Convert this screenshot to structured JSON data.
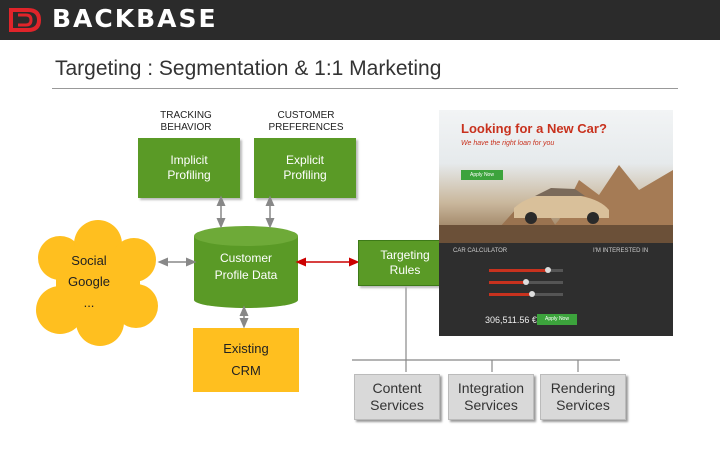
{
  "header": {
    "brand": "BACKBASE"
  },
  "slide": {
    "title": "Targeting : Segmentation & 1:1 Marketing"
  },
  "labels": {
    "tracking": [
      "TRACKING",
      "BEHAVIOR"
    ],
    "preferences": [
      "CUSTOMER",
      "PREFERENCES"
    ]
  },
  "boxes": {
    "implicit": [
      "Implicit",
      "Profiling"
    ],
    "explicit": [
      "Explicit",
      "Profiling"
    ],
    "profile_data": [
      "Customer",
      "Profile Data"
    ],
    "targeting": [
      "Targeting",
      "Rules"
    ],
    "crm": [
      "Existing",
      "CRM"
    ]
  },
  "cloud": [
    "Social",
    "Google",
    "..."
  ],
  "services": {
    "content": [
      "Content",
      "Services"
    ],
    "integration": [
      "Integration",
      "Services"
    ],
    "rendering": [
      "Rendering",
      "Services"
    ]
  },
  "screenshot": {
    "headline": "Looking for a New Car?",
    "sub": "We have the right loan for you",
    "apply": "Apply Now",
    "calc_title": "CAR CALCULATOR",
    "int_title": "I'M INTERESTED IN",
    "total": "306,511.56 €"
  },
  "colors": {
    "green": "#5a9a26",
    "yellow": "#ffbf1f",
    "gray": "#d9d9d9",
    "arrow_red": "#cc0000",
    "header_bg": "#2b2b2b"
  }
}
